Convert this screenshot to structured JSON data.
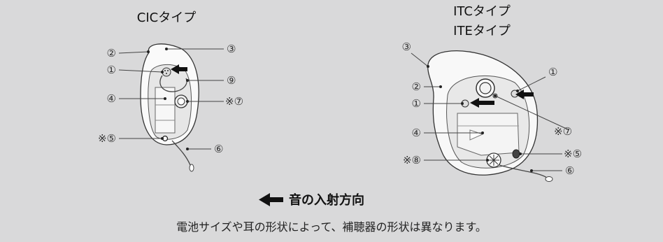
{
  "cic": {
    "title": "CICタイプ",
    "labels": {
      "l1": "①",
      "l2": "②",
      "l3": "③",
      "l4": "④",
      "l5": "※⑤",
      "l6": "⑥",
      "l7": "※⑦",
      "l9": "⑨"
    }
  },
  "ite": {
    "title_line1": "ITCタイプ",
    "title_line2": "ITEタイプ",
    "labels": {
      "l1a": "①",
      "l1b": "①",
      "l2": "②",
      "l3": "③",
      "l4": "④",
      "l5": "※⑤",
      "l6": "⑥",
      "l7": "※⑦",
      "l8": "※⑧"
    }
  },
  "legend": {
    "text": "音の入射方向"
  },
  "note": "電池サイズや耳の形状によって、補聴器の形状は異なります。",
  "colors": {
    "background": "#d9d9da",
    "arrow": "#111111",
    "shell": "#ffffff"
  }
}
